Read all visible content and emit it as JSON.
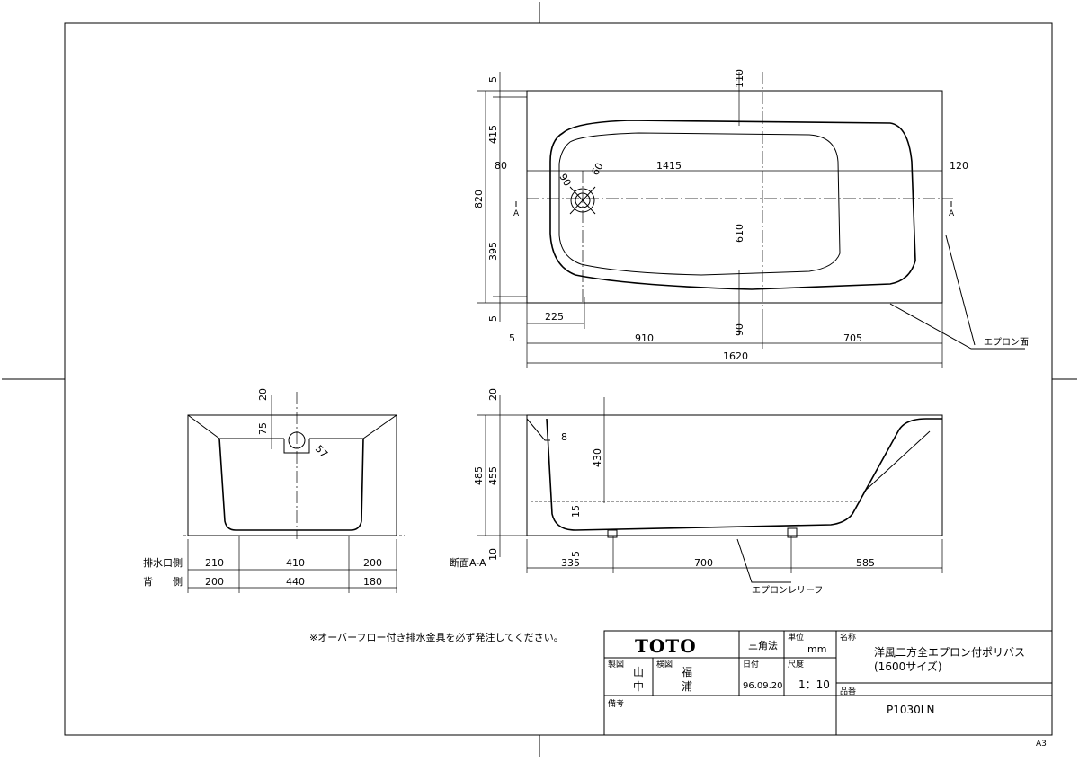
{
  "plan": {
    "d_top5": "5",
    "d_415": "415",
    "d_820": "820",
    "d_395": "395",
    "d_bot5": "5",
    "d_110": "110",
    "d_80": "80",
    "d_1415": "1415",
    "d_120": "120",
    "d_90a": "90",
    "d_60": "60",
    "d_610": "610",
    "d_90b": "90",
    "d_225": "225",
    "d_5": "5",
    "d_910": "910",
    "d_705": "705",
    "d_1620": "1620",
    "section_mark": "A",
    "apron_face": "エプロン面"
  },
  "front": {
    "d_20": "20",
    "d_75": "75",
    "d_57": "57",
    "row1_label": "排水口側",
    "row1_a": "210",
    "row1_b": "410",
    "row1_c": "200",
    "row2_label": "背　　側",
    "row2_a": "200",
    "row2_b": "440",
    "row2_c": "180"
  },
  "section": {
    "d_20": "20",
    "d_8": "8",
    "d_430": "430",
    "d_485": "485",
    "d_455": "455",
    "d_15": "15",
    "d_5": "5",
    "d_10": "10",
    "label": "断面A-A",
    "d_335": "335",
    "d_700": "700",
    "d_585": "585",
    "apron_relief": "エプロンレリーフ"
  },
  "note": "※オーバーフロー付き排水金具を必ず発注してください。",
  "title_block": {
    "brand": "TOTO",
    "projection": "三角法",
    "unit_label": "単位",
    "unit_value": "mm",
    "name_label": "名称",
    "name_line1": "洋風二方全エプロン付ポリバス",
    "name_line2": "(1600サイズ)",
    "drawn_label": "製図",
    "drawn_1": "山",
    "drawn_2": "中",
    "checked_label": "検図",
    "checked_1": "福",
    "checked_2": "浦",
    "date_label": "日付",
    "date_value": "96.09.20",
    "scale_label": "尺度",
    "scale_value": "1：10",
    "part_label": "品番",
    "part_value": "P1030LN",
    "remarks_label": "備考"
  },
  "sheet_size": "A3"
}
